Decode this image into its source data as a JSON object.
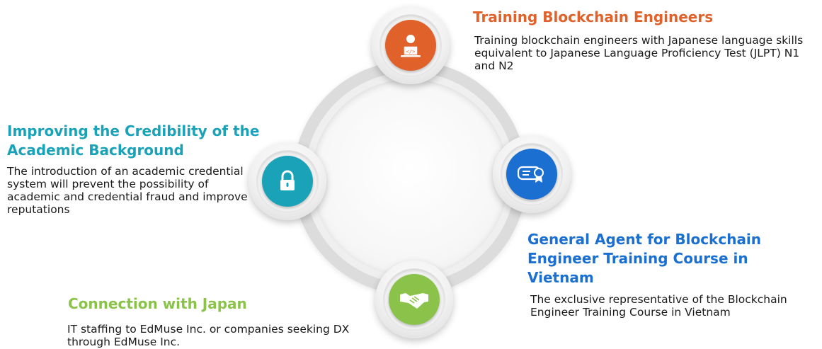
{
  "colors": {
    "orange": "#e0622a",
    "teal": "#1aa3b8",
    "blue": "#1a6fd1",
    "green": "#8bc34a"
  },
  "nodes": [
    {
      "id": "top",
      "icon": "developer-laptop-icon",
      "title": "Training Blockchain Engineers",
      "description": "Training blockchain engineers with Japanese language skills equivalent to Japanese Language Proficiency Test (JLPT) N1 and N2"
    },
    {
      "id": "left",
      "icon": "lock-icon",
      "title": "Improving the Credibility of the Academic Background",
      "description": "The introduction of an academic credential system will prevent the possibility of academic and credential fraud and improve reputations"
    },
    {
      "id": "right",
      "icon": "certificate-icon",
      "title": "General Agent for Blockchain Engineer Training Course in Vietnam",
      "description": "The exclusive representative of the Blockchain Engineer Training Course in Vietnam"
    },
    {
      "id": "bottom",
      "icon": "handshake-icon",
      "title": "Connection with Japan",
      "description": "IT staffing to EdMuse Inc. or companies seeking DX through EdMuse Inc."
    }
  ]
}
